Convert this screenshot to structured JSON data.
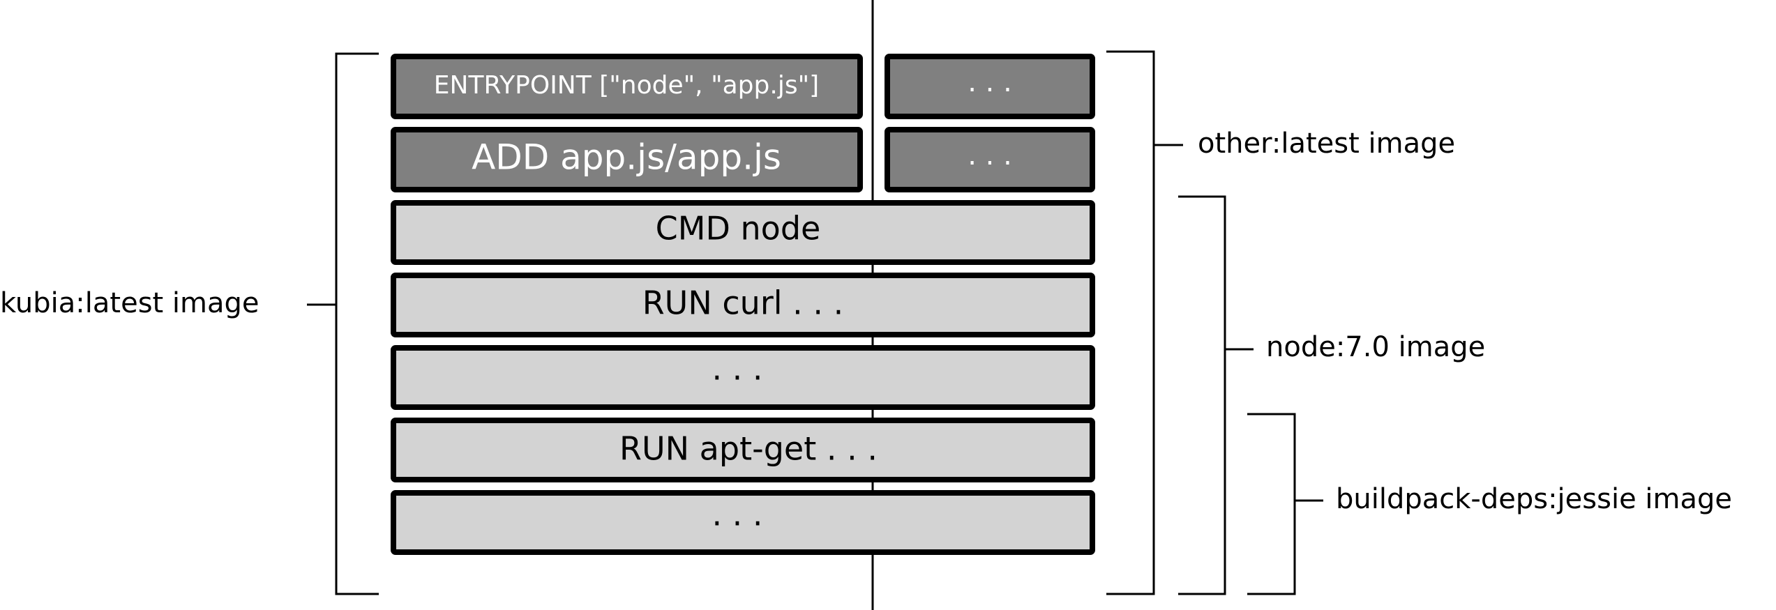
{
  "colors": {
    "dark_layer": "#808080",
    "light_layer": "#d3d3d3",
    "stroke": "#000000",
    "dark_text": "#ffffff",
    "light_text": "#000000"
  },
  "layers": [
    {
      "label": "ENTRYPOINT [\"node\", \"app.js\"]",
      "shade": "dark"
    },
    {
      "label": "ADD app.js/app.js",
      "shade": "dark"
    },
    {
      "label": "CMD node",
      "shade": "light"
    },
    {
      "label": "RUN curl . . .",
      "shade": "light"
    },
    {
      "label": ". . .",
      "shade": "light"
    },
    {
      "label": "RUN apt-get . . .",
      "shade": "light"
    },
    {
      "label": ". . .",
      "shade": "light"
    }
  ],
  "other_layers": [
    {
      "label": ". . ."
    },
    {
      "label": ". . ."
    }
  ],
  "image_labels": {
    "kubia": "kubia:latest image",
    "other": "other:latest image",
    "node": "node:7.0 image",
    "buildpack": "buildpack-deps:jessie image"
  }
}
